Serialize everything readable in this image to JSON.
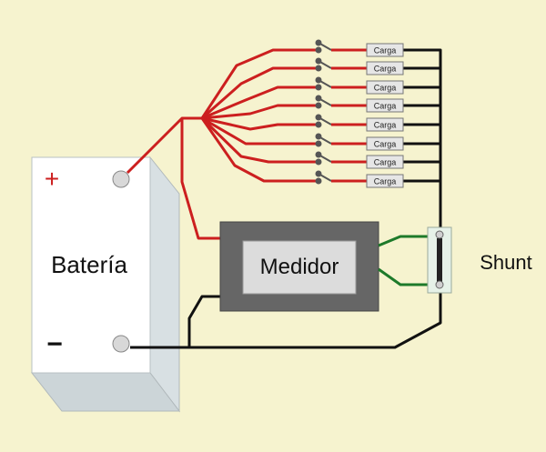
{
  "battery": {
    "label": "Batería",
    "positive_symbol": "+",
    "negative_symbol": "−"
  },
  "meter": {
    "label": "Medidor"
  },
  "shunt": {
    "label": "Shunt"
  },
  "loads": [
    {
      "label": "Carga"
    },
    {
      "label": "Carga"
    },
    {
      "label": "Carga"
    },
    {
      "label": "Carga"
    },
    {
      "label": "Carga"
    },
    {
      "label": "Carga"
    },
    {
      "label": "Carga"
    },
    {
      "label": "Carga"
    }
  ],
  "colors": {
    "background": "#f6f3cf",
    "positive_wire": "#cc1f1f",
    "negative_wire": "#111111",
    "sense_wire": "#1d7a2a",
    "meter_body": "#666666",
    "meter_display": "#dcdcdc"
  }
}
